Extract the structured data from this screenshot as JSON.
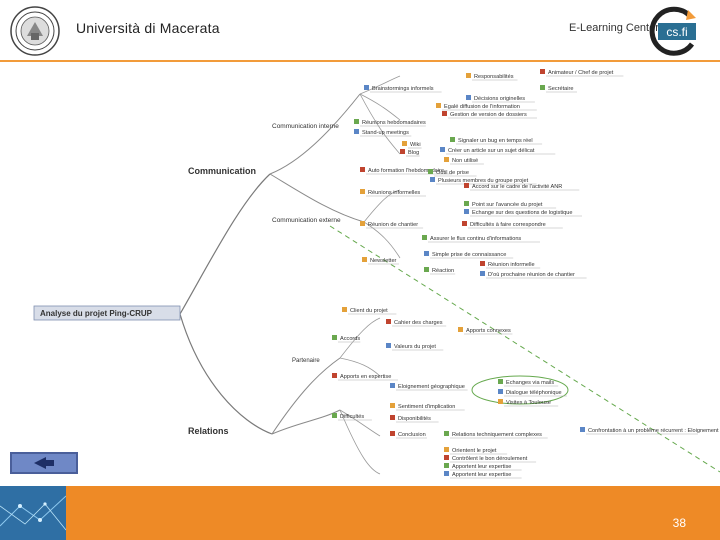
{
  "header": {
    "university_name": "Università di Macerata",
    "center_name": "E-Learning Center",
    "logo_text": "cs.fi"
  },
  "mindmap": {
    "root": "Analyse du projet Ping-CRUP",
    "branches": {
      "communication": "Communication",
      "communication_interne": "Communication interne",
      "communication_externe": "Communication externe",
      "relations": "Relations",
      "partenaire": "Partenaire"
    },
    "nodes": [
      "Brainstormings informels",
      "Responsabilités",
      "Animateur / Chef de projet",
      "Secrétaire",
      "Décisions originelles",
      "Egalé diffusion de l'information",
      "Gestion de version de dossiers",
      "Réunions hebdomadaires",
      "Stand-up meetings",
      "Wiki",
      "Blog",
      "Signaler un bug en temps réel",
      "Créer un article sur un sujet délicat",
      "Non utilisé",
      "Auto formation l'hebdomadaire",
      "Outil de prise",
      "Plusieurs membres du groupe projet",
      "Réunions informelles",
      "Accord sur le cadre de l'activité ANR",
      "Point sur l'avancée du projet",
      "Echange sur des questions de logistique",
      "Réunion de chantier",
      "Difficultés à faire correspondre",
      "Assurer le flux continu d'informations",
      "Simple prise de connaissance",
      "Newsletter",
      "Réunion informelle",
      "Réaction",
      "D'où prochaine réunion de chantier",
      "Client du projet",
      "Cahier des charges",
      "Accords",
      "Valeurs du projet",
      "Apports connexes",
      "Apports en expertise",
      "Difficultés",
      "Eloignement géographique",
      "Sentiment d'implication",
      "Disponibilités",
      "Echanges via mails",
      "Dialogue téléphonique",
      "Visites à Toulouse",
      "Conclusion",
      "Relations techniquement complexes",
      "Confrontation à un problème récurrent : Eloignement des interlocuteurs",
      "Orientent le projet",
      "Contrôlent le bon déroulement",
      "Apportent leur expertise",
      "Apportent leur expertise"
    ]
  },
  "navigation": {
    "back_label": "Back"
  },
  "footer": {
    "page_number": "38"
  },
  "colors": {
    "accent_orange": "#EE8A26",
    "divider_orange": "#F29B3A",
    "button_blue": "#6F88C6",
    "logo_blue": "#2A6F93"
  }
}
